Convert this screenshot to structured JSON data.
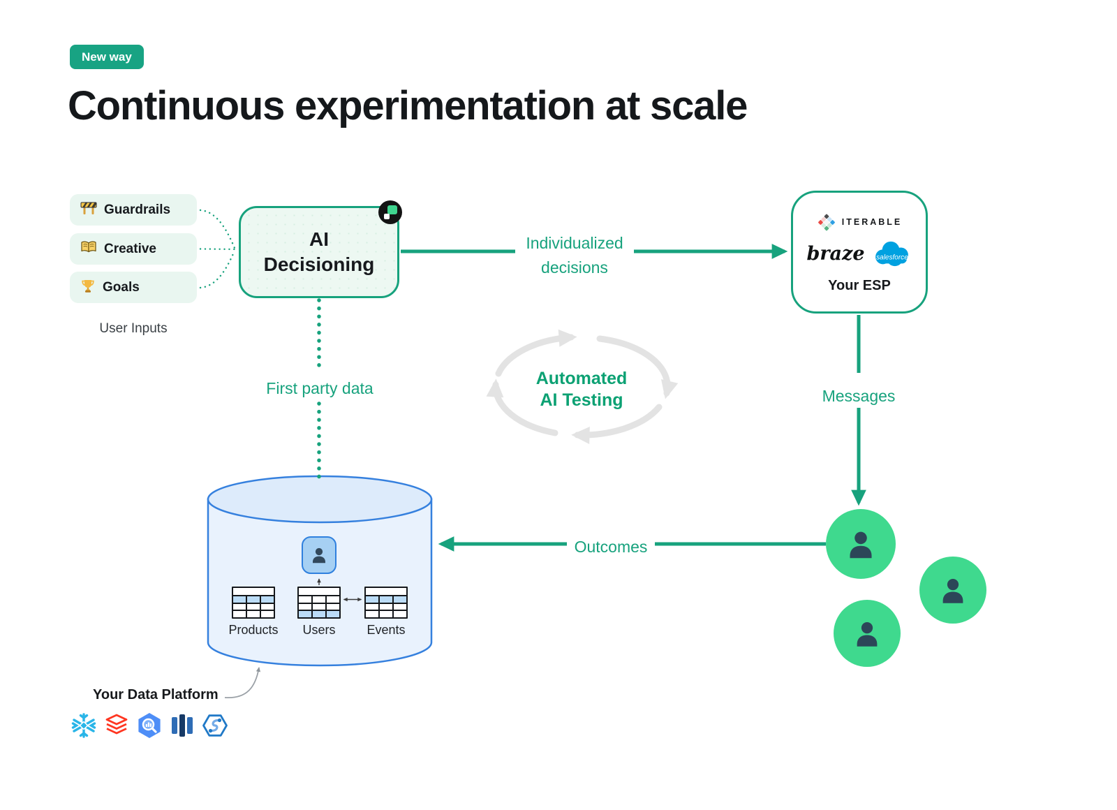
{
  "badge": {
    "label": "New way"
  },
  "title": "Continuous experimentation at scale",
  "user_inputs": {
    "caption": "User Inputs",
    "items": [
      {
        "label": "Guardrails",
        "icon": "barricade-icon"
      },
      {
        "label": "Creative",
        "icon": "open-book-icon"
      },
      {
        "label": "Goals",
        "icon": "trophy-icon"
      }
    ]
  },
  "ai_box": {
    "label": "AI Decisioning"
  },
  "esp_box": {
    "iterable_label": "ITERABLE",
    "braze_label": "braze",
    "salesforce_label": "salesforce",
    "caption": "Your ESP"
  },
  "flow": {
    "individualized": "Individualized decisions",
    "messages": "Messages",
    "first_party": "First party data",
    "automated": "Automated AI Testing",
    "outcomes": "Outcomes"
  },
  "database": {
    "tables": [
      {
        "name": "Products"
      },
      {
        "name": "Users"
      },
      {
        "name": "Events"
      }
    ]
  },
  "data_platform": {
    "caption": "Your Data Platform",
    "logos": [
      "snowflake",
      "databricks",
      "bigquery",
      "redshift",
      "synapse"
    ]
  },
  "colors": {
    "accent_green": "#17A27D",
    "badge_green": "#18A383",
    "avatar_green": "#3FD98E",
    "pill_green": "#E9F6F0",
    "cycle_gray": "#E3E3E3",
    "blue": "#2F80DE",
    "cylinder_fill": "#E9F2FD",
    "salesforce_blue": "#00A1E0",
    "snowflake_blue": "#29B5E8",
    "databricks_red": "#FF3621",
    "bigquery_blue": "#4E8EF7",
    "title_color": "#15181B"
  }
}
